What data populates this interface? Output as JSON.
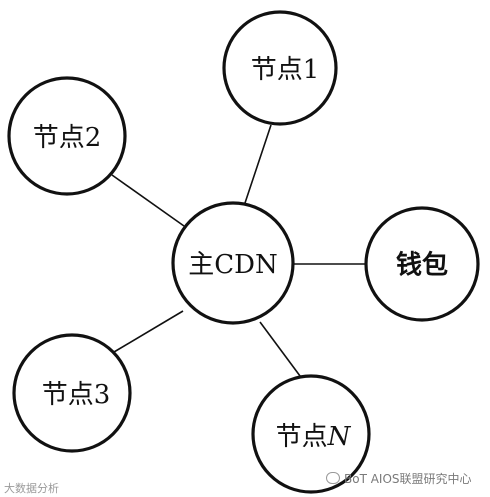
{
  "center": {
    "label": "主CDN"
  },
  "nodes": {
    "node1": {
      "prefix": "节点",
      "suffix": "1"
    },
    "node2": {
      "prefix": "节点",
      "suffix": "2"
    },
    "node3": {
      "prefix": "节点",
      "suffix": "3"
    },
    "nodeN": {
      "prefix": "节点",
      "suffix": "N"
    },
    "wallet": {
      "label": "钱包"
    }
  },
  "watermarks": {
    "left": "大数据分析",
    "right": "BoT AIOS联盟研究中心"
  },
  "colors": {
    "stroke": "#111111",
    "background": "#ffffff"
  }
}
